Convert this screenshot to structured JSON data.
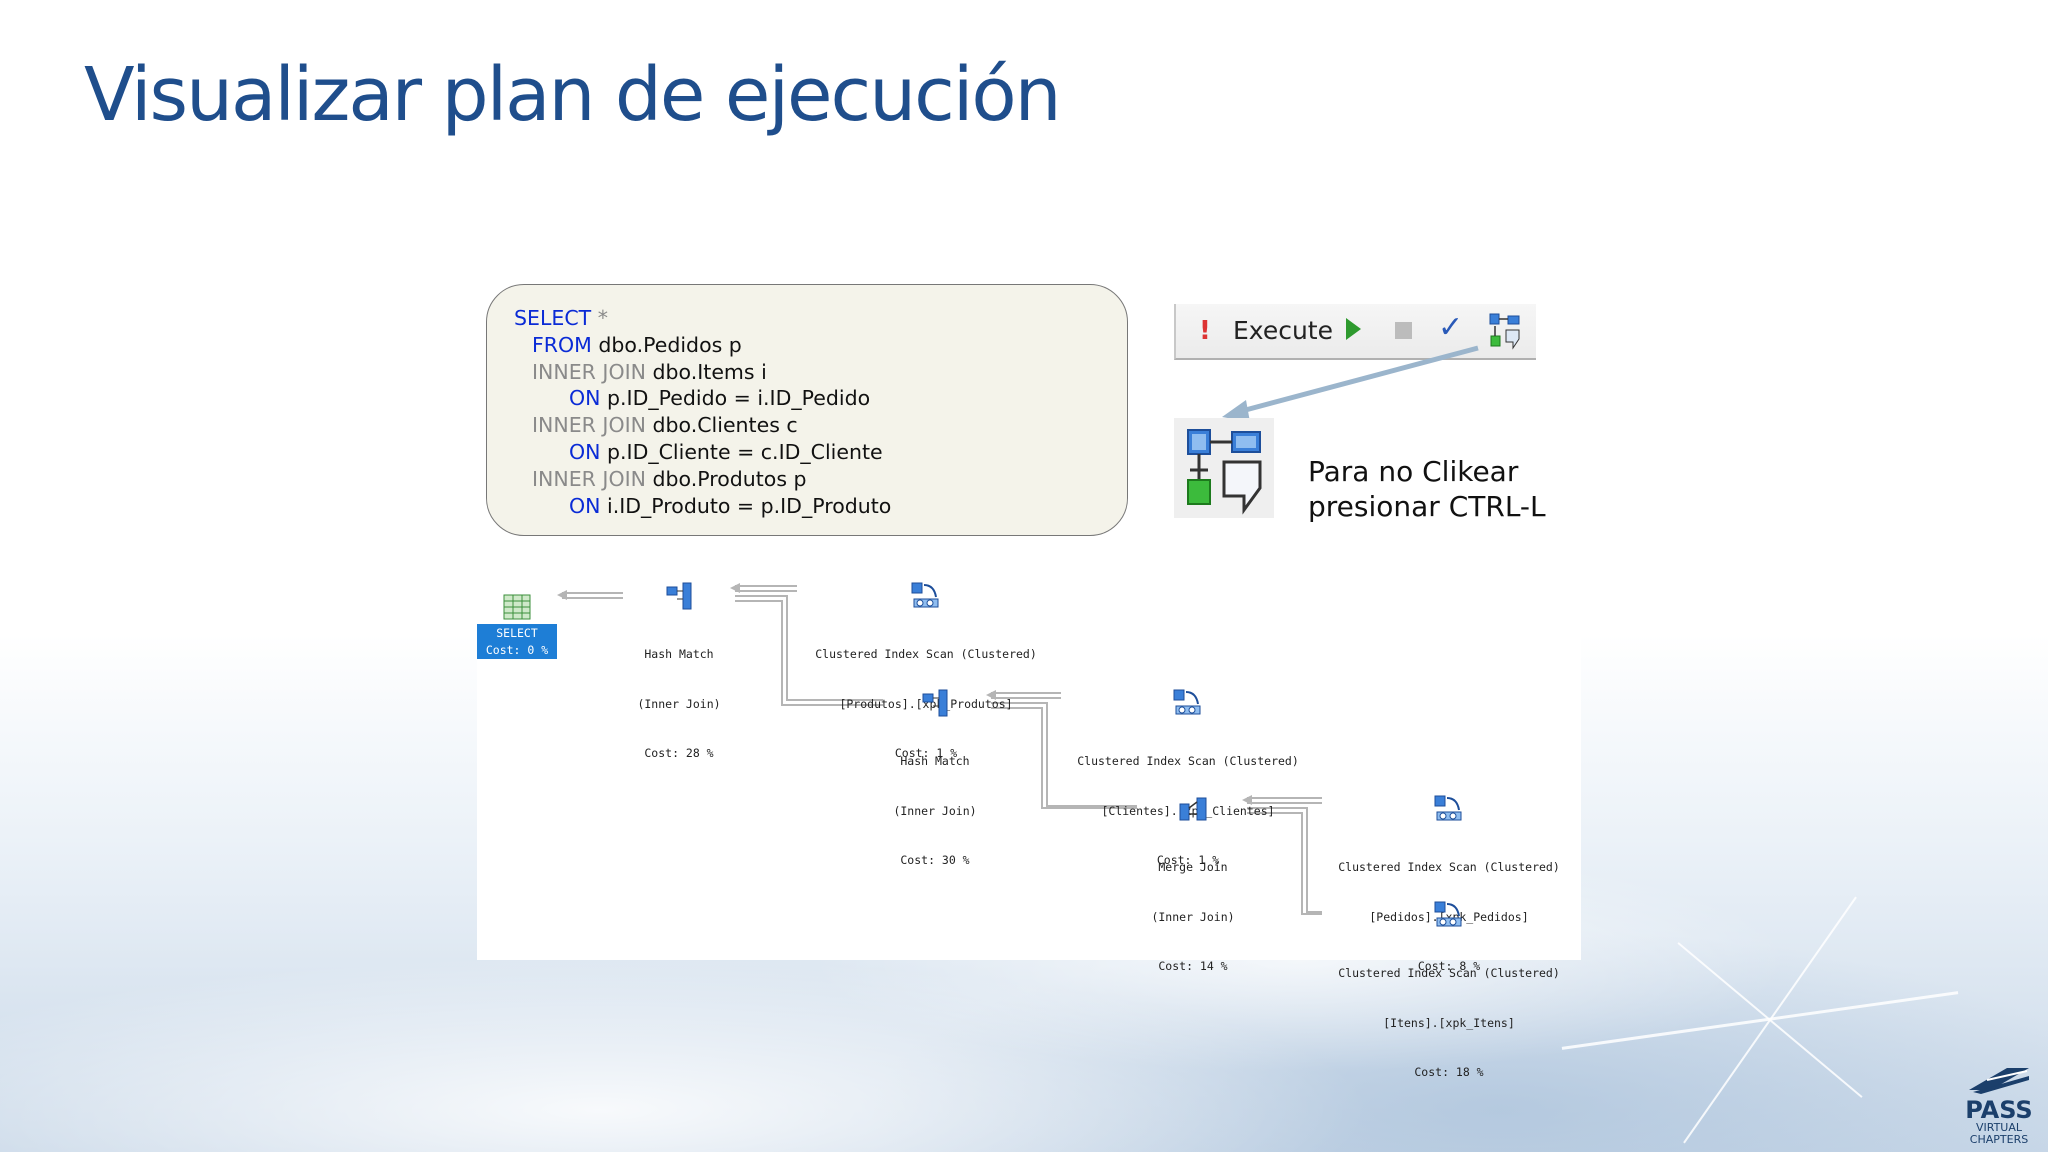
{
  "slide": {
    "title": "Visualizar plan de ejecución"
  },
  "sql": {
    "lines": [
      {
        "kw": "SELECT",
        "gray": " *",
        "rest": ""
      },
      {
        "kw": "FROM",
        "gray": "",
        "rest": " dbo.Pedidos p"
      },
      {
        "kw": "",
        "gray": "INNER JOIN",
        "rest": " dbo.Items i"
      },
      {
        "kw": "ON",
        "gray": "",
        "rest": " p.ID_Pedido = i.ID_Pedido"
      },
      {
        "kw": "",
        "gray": "INNER JOIN",
        "rest": " dbo.Clientes c"
      },
      {
        "kw": "ON",
        "gray": "",
        "rest": " p.ID_Cliente = c.ID_Cliente"
      },
      {
        "kw": "",
        "gray": "INNER JOIN",
        "rest": " dbo.Produtos p"
      },
      {
        "kw": "ON",
        "gray": "",
        "rest": " i.ID_Produto = p.ID_Produto"
      }
    ]
  },
  "toolbar": {
    "execute_label": "Execute",
    "execute_icon": "exclamation-icon",
    "play_icon": "play-icon",
    "stop_icon": "stop-icon",
    "parse_icon": "check-icon",
    "plan_icon": "display-estimated-plan-icon"
  },
  "hint": {
    "line1": "Para no Clikear",
    "line2": "presionar CTRL-L"
  },
  "plan": {
    "select": {
      "label": "SELECT",
      "cost": "Cost: 0 %"
    },
    "nodes": [
      {
        "id": "hash1",
        "l1": "Hash Match",
        "l2": "(Inner Join)",
        "l3": "Cost: 28 %",
        "icon": "hash-match-icon"
      },
      {
        "id": "scan_prod",
        "l1": "Clustered Index Scan (Clustered)",
        "l2": "[Produtos].[xpk_Produtos]",
        "l3": "Cost: 1 %",
        "icon": "clustered-index-scan-icon"
      },
      {
        "id": "hash2",
        "l1": "Hash Match",
        "l2": "(Inner Join)",
        "l3": "Cost: 30 %",
        "icon": "hash-match-icon"
      },
      {
        "id": "scan_cli",
        "l1": "Clustered Index Scan (Clustered)",
        "l2": "[Clientes].[xpk_Clientes]",
        "l3": "Cost: 1 %",
        "icon": "clustered-index-scan-icon"
      },
      {
        "id": "merge",
        "l1": "Merge Join",
        "l2": "(Inner Join)",
        "l3": "Cost: 14 %",
        "icon": "merge-join-icon"
      },
      {
        "id": "scan_ped",
        "l1": "Clustered Index Scan (Clustered)",
        "l2": "[Pedidos].[xpk_Pedidos]",
        "l3": "Cost: 8 %",
        "icon": "clustered-index-scan-icon"
      },
      {
        "id": "scan_itens",
        "l1": "Clustered Index Scan (Clustered)",
        "l2": "[Itens].[xpk_Itens]",
        "l3": "Cost: 18 %",
        "icon": "clustered-index-scan-icon"
      }
    ]
  },
  "logo": {
    "name": "PASS",
    "line1": "VIRTUAL",
    "line2": "CHAPTERS"
  },
  "colors": {
    "title": "#1f4e8c",
    "keyword": "#0a2bd6",
    "gray_keyword": "#8a8a8a",
    "select_highlight": "#1e7ed6"
  }
}
